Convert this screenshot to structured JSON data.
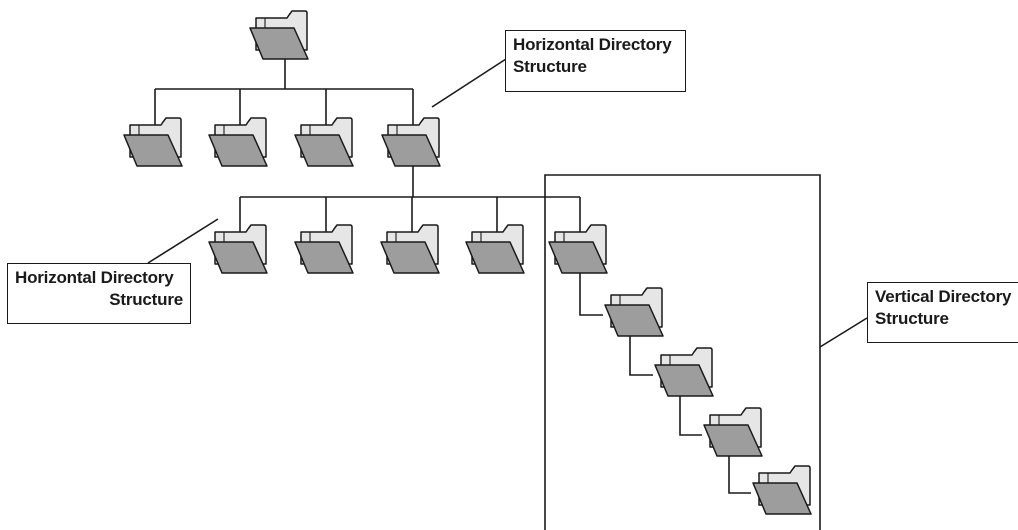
{
  "callouts": {
    "top": {
      "line1": "Horizontal Directory",
      "line2": "Structure"
    },
    "left": {
      "line1": "Horizontal Directory",
      "line2": "Structure"
    },
    "right": {
      "line1": "Vertical Directory",
      "line2": "Structure"
    }
  },
  "colors": {
    "stroke": "#1a1a1a",
    "folder_back": "#e6e6e6",
    "folder_front": "#9d9d9d"
  },
  "icons": {
    "folder": "folder-icon"
  },
  "tree": {
    "root_children": 4,
    "expanded_child_children": 5,
    "vertical_chain_depth": 4
  }
}
